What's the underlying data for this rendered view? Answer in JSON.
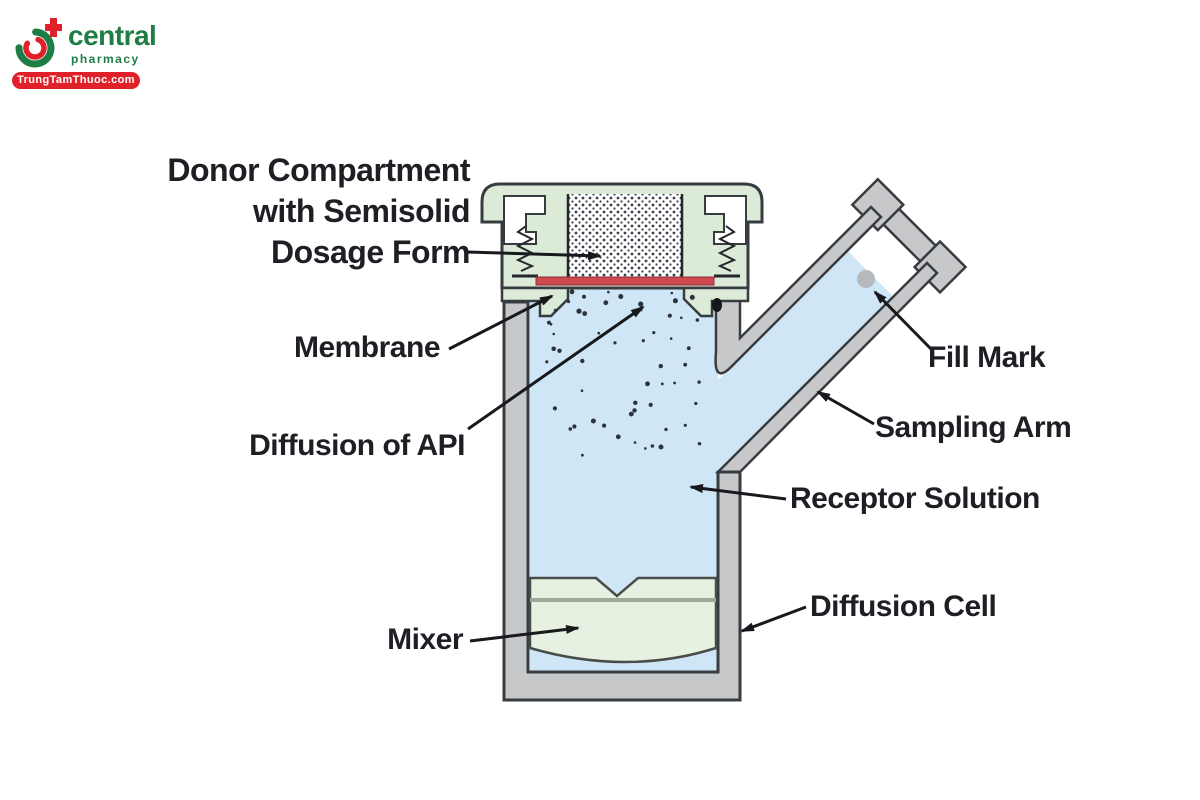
{
  "logo": {
    "brand": "central",
    "tagline": "pharmacy",
    "site": "TrungTamThuoc.com"
  },
  "labels": {
    "donor_line1": "Donor Compartment",
    "donor_line2": "with Semisolid",
    "donor_line3": "Dosage Form",
    "membrane": "Membrane",
    "diffusion_api": "Diffusion of API",
    "mixer": "Mixer",
    "fill_mark": "Fill Mark",
    "sampling_arm": "Sampling Arm",
    "receptor": "Receptor Solution",
    "diffusion_cell": "Diffusion Cell"
  },
  "colors": {
    "cap_green": "#dcebd8",
    "mixer_green": "#e7f1e2",
    "mixer_line": "#9aaa9a",
    "solution_blue": "#cfe6f6",
    "wall_gray": "#c6c8ca",
    "membrane_red": "#cf4a50",
    "outline": "#383b3f",
    "arrow": "#17191d",
    "dot_ink": "#2c333c",
    "label_text": "#1d1f24",
    "brand_green": "#1e7d44",
    "brand_red": "#e02129",
    "fill_mark_gray": "#b6babd"
  }
}
